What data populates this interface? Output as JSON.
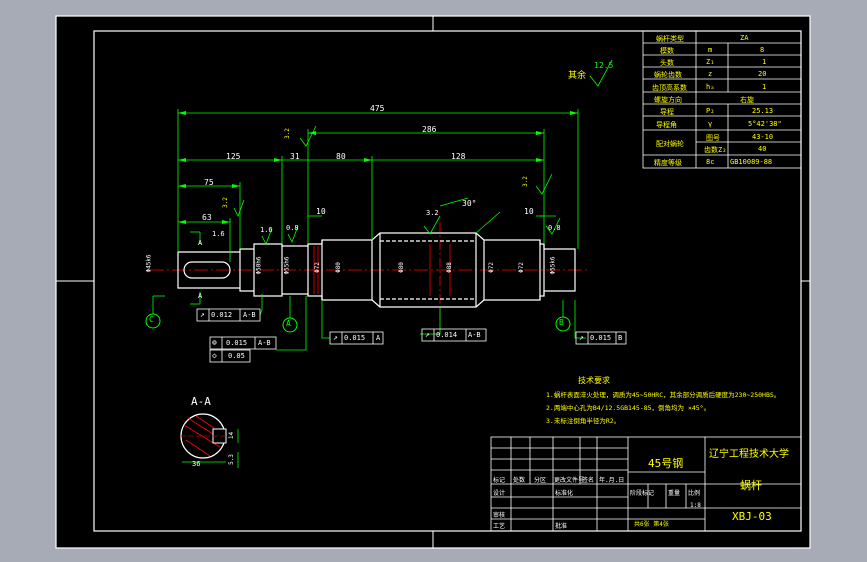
{
  "colors": {
    "bg": "#a7abb5",
    "sheet": "#000000",
    "frame": "#ffffff",
    "dim": "#00ff00",
    "center": "#ff0000",
    "shaft": "#ffffff",
    "text_w": "#ffffff",
    "text_y": "#ffff00"
  },
  "params": {
    "rows": [
      {
        "name": "蜗杆类型",
        "sym": "",
        "val": "ZA"
      },
      {
        "name": "模数",
        "sym": "m",
        "val": "8"
      },
      {
        "name": "头数",
        "sym": "Z₁",
        "val": "1"
      },
      {
        "name": "蜗轮齿数",
        "sym": "z",
        "val": "20"
      },
      {
        "name": "齿顶高系数",
        "sym": "hₐ",
        "val": "1"
      },
      {
        "name": "螺旋方向",
        "sym": "",
        "val": "右旋"
      },
      {
        "name": "导程",
        "sym": "P₂",
        "val": "25.13"
      },
      {
        "name": "导程角",
        "sym": "γ",
        "val": "5°42'38\""
      },
      {
        "name": "",
        "sym": "图号",
        "val": "43-10"
      },
      {
        "name": "配对蜗轮",
        "sym": "齿数Z₂",
        "val": "40"
      },
      {
        "name": "精度等级",
        "sym": "8c",
        "val": "GB10089-88"
      }
    ]
  },
  "dims": {
    "d475": "475",
    "d286": "286",
    "d125": "125",
    "d31": "31",
    "d80": "80",
    "d128": "128",
    "d75": "75",
    "d63": "63",
    "d10a": "10",
    "d10b": "10",
    "d36": "36",
    "d14": "14",
    "d53": "5.3",
    "ang30": "30°"
  },
  "diams": {
    "d1": "Φ45k6",
    "d2": "Φ50h6",
    "d3": "Φ55h6",
    "d4": "Φ72",
    "d5": "Φ80",
    "d6": "Φ80",
    "d7": "Φ88",
    "d8": "Φ72",
    "d9": "Φ72",
    "d10": "Φ55k6"
  },
  "rough": {
    "r1": "3.2",
    "r2": "3.2",
    "r3": "1.6",
    "r4": "1.6",
    "r5": "0.8",
    "r6": "3.2",
    "r7": "3.2",
    "r8": "0.8",
    "other": "12.5",
    "rest_label": "其余"
  },
  "tol": {
    "t1": {
      "sym": "↗",
      "val": "0.012",
      "ref": "A-B"
    },
    "t2": {
      "sym": "↗",
      "val": "0.015",
      "ref": "A"
    },
    "t3": {
      "sym": "↗",
      "val": "0.014",
      "ref": "A-B"
    },
    "t4": {
      "sym": "↗",
      "val": "0.015",
      "ref": "B"
    },
    "t5": {
      "sym": "⊚",
      "val": "0.015",
      "ref": "A-B"
    },
    "t6": {
      "sym": "◇",
      "val": "0.05",
      "ref": ""
    }
  },
  "datums": {
    "a": "A",
    "b": "B",
    "c": "C",
    "sec1": "A",
    "sec2": "A"
  },
  "section_title": "A-A",
  "notes": {
    "title": "技术要求",
    "l1": "1.蜗杆表面淬火处理，调质为45~50HRC，其余部分调质后硬度为230~250HBS。",
    "l2": "2.两端中心孔为B4/12.5GB145-85，倒角均为  ×45°。",
    "l3": "3.未标注倒角半径为R2。"
  },
  "title_block": {
    "material": "45号钢",
    "school": "辽宁工程技术大学",
    "part": "蜗杆",
    "code": "XBJ-03",
    "scale": "1:8",
    "sheets": "共6张  第4张",
    "h1": "标记",
    "h2": "处数",
    "h3": "分区",
    "h4": "更改文件号",
    "h5": "签名",
    "h6": "年.月.日",
    "h7": "设计",
    "h8": "标准化",
    "h9": "审核",
    "h10": "工艺",
    "h11": "批准",
    "h12": "阶段标记",
    "h13": "重量",
    "h14": "比例"
  }
}
